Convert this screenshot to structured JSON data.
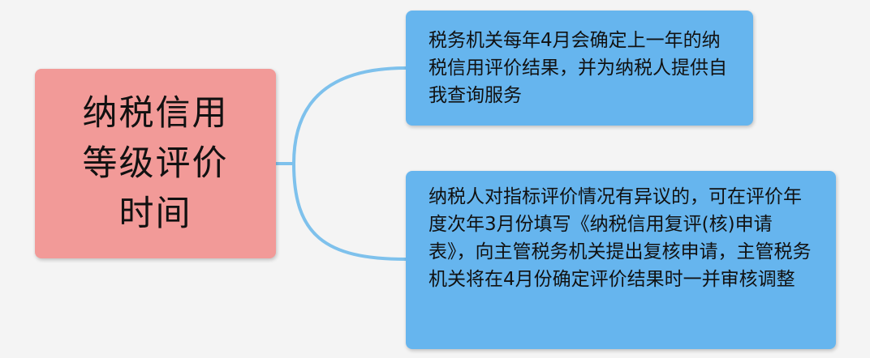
{
  "root": {
    "text": "纳税信用等级评价时间"
  },
  "branches": [
    {
      "text": "税务机关每年4月会确定上一年的纳税信用评价结果，并为纳税人提供自我查询服务"
    },
    {
      "text": "纳税人对指标评价情况有异议的，可在评价年度次年3月份填写《纳税信用复评(核)申请表》，向主管税务机关提出复核申请，主管税务机关将在4月份确定评价结果时一并审核调整"
    }
  ],
  "colors": {
    "background": "#f4f4f4",
    "root_fill": "#f29a98",
    "branch_fill": "#66b5ee",
    "connector": "#7ec1ec"
  }
}
